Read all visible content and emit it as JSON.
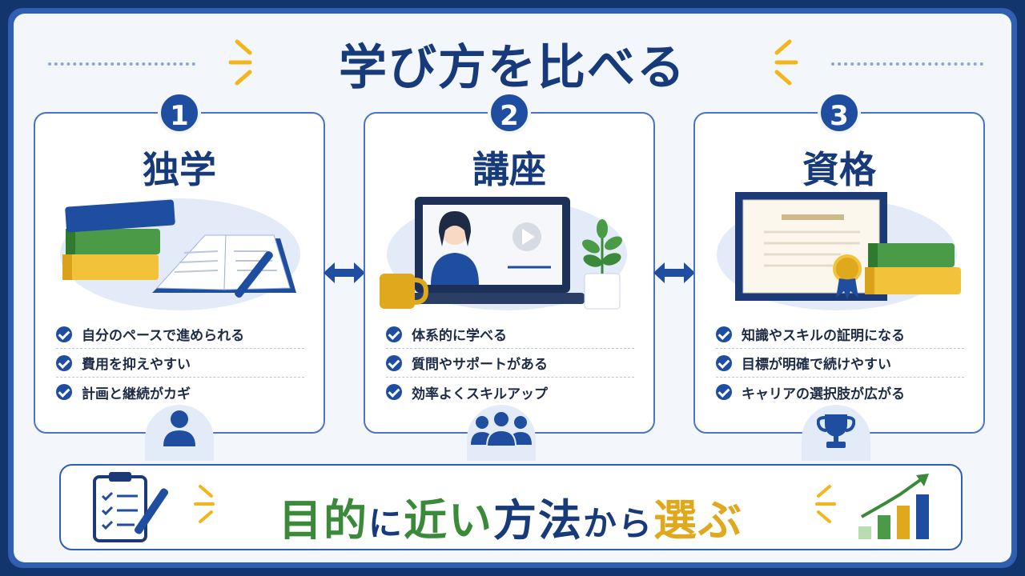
{
  "title": "学び方を比べる",
  "cards": [
    {
      "number": "1",
      "title": "独学",
      "points": [
        "自分のペースで進められる",
        "費用を抑えやすい",
        "計画と継続がカギ"
      ],
      "badge_icon": "person-icon"
    },
    {
      "number": "2",
      "title": "講座",
      "points": [
        "体系的に学べる",
        "質問やサポートがある",
        "効率よくスキルアップ"
      ],
      "badge_icon": "group-icon"
    },
    {
      "number": "3",
      "title": "資格",
      "points": [
        "知識やスキルの証明になる",
        "目標が明確で続けやすい",
        "キャリアの選択肢が広がる"
      ],
      "badge_icon": "trophy-icon"
    }
  ],
  "banner": {
    "part1": "目的",
    "part2": "に",
    "part3": "近い",
    "part4": "方法",
    "part5": "から",
    "part6": "選ぶ"
  },
  "colors": {
    "navy": "#163a7a",
    "blue": "#1f4ea0",
    "green": "#3a8a3a",
    "gold": "#e0a81c"
  }
}
